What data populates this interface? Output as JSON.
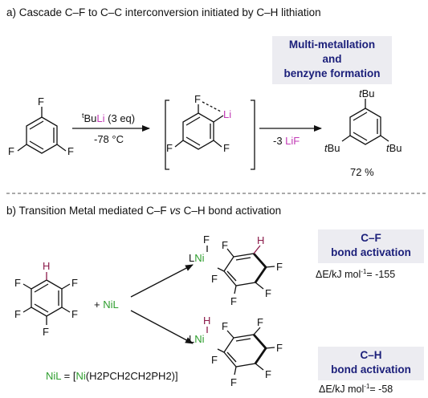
{
  "colors": {
    "hydrogen": "#8b1a4a",
    "nickel": "#2e9e2e",
    "lithium": "#c23ab5",
    "box_text": "#1b1f7a",
    "box_bg": "#ececf1"
  },
  "section_a": {
    "title": "a) Cascade  C–F to C–C interconversion initiated by C–H lithiation",
    "box": {
      "line1": "Multi-metallation",
      "line2": "and",
      "line3": "benzyne formation"
    },
    "reagent": {
      "superscript": "t",
      "bu": "Bu",
      "li": "Li",
      "eq": " (3 eq)"
    },
    "temperature": "-78 °C",
    "byproduct": {
      "prefix": "-3 ",
      "salt": "LiF"
    },
    "yield": "72 %",
    "atoms": {
      "F": "F",
      "Li": "Li",
      "tBu_t": "t",
      "tBu_Bu": "Bu"
    }
  },
  "section_b": {
    "title_pre": "b) Transition Metal mediated C–F ",
    "title_vs": "vs",
    "title_post": " C–H bond activation",
    "plus": "+ ",
    "nil": "NiL",
    "nil_def": {
      "ni": "NiL",
      "eq": " = [",
      "ni2": "Ni",
      "rest": "(H2PCH2CH2PH2)]"
    },
    "box_cf": {
      "line1": "C–F",
      "line2": "bond activation"
    },
    "box_ch": {
      "line1": "C–H",
      "line2": "bond activation"
    },
    "energy_cf": {
      "label": "ΔE/kJ mol",
      "sup": "-1",
      "value": "= -155"
    },
    "energy_ch": {
      "label": "ΔE/kJ mol",
      "sup": "-1",
      "value": "= -58"
    },
    "atoms": {
      "H": "H",
      "F": "F",
      "L": "L",
      "Ni": "Ni"
    }
  }
}
